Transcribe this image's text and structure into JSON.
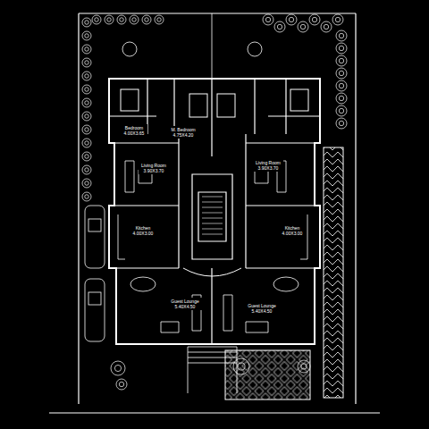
{
  "diagram": {
    "nodes": [
      {
        "text": [
          "Bedroom",
          "4.00X3.65"
        ]
      },
      {
        "text": [
          "M. Bedroom",
          "4.75X4.20"
        ]
      },
      {
        "text": [
          "Living Room",
          "3.90X3.70"
        ]
      },
      {
        "text": [
          "Living Room",
          "3.90X3.70"
        ]
      },
      {
        "text": [
          "Kitchen",
          "4.00X3.00"
        ]
      },
      {
        "text": [
          "Kitchen",
          "4.00X3.00"
        ]
      },
      {
        "text": [
          "Guest Lounge",
          "5.40X4.50"
        ]
      },
      {
        "text": [
          "Guest Lounge",
          "5.40X4.50"
        ]
      }
    ]
  }
}
